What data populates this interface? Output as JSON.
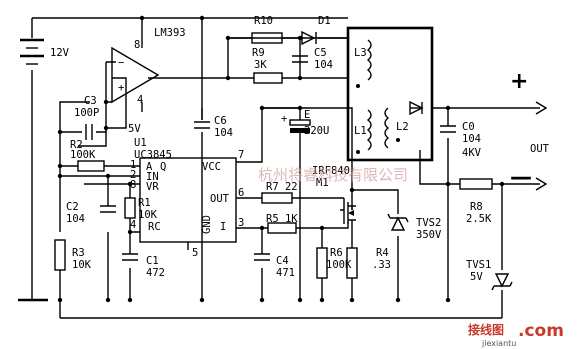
{
  "labels": {
    "v12": "12V",
    "lm393": "LM393",
    "pin8": "8",
    "pin4": "4",
    "r10": "R10",
    "d1": "D1",
    "r9": "R9",
    "r9v": "3K",
    "c5": "C5",
    "c5v": "104",
    "l3": "L3",
    "l1": "L1",
    "l2": "L2",
    "plus": "+",
    "minus": "—",
    "out": "OUT",
    "c3": "C3",
    "c3v": "100P",
    "v5": "5V",
    "c6": "C6",
    "c6v": "104",
    "e": "E",
    "ev": "220U",
    "c0": "C0",
    "c0v": "104",
    "c0v2": "4KV",
    "u1": "U1",
    "uc3845": "UC3845",
    "r2": "R2",
    "r2v": "100K",
    "pin1": "1",
    "pin2": "2",
    "pin7": "7",
    "pin8b": "8",
    "pin4b": "4",
    "pin6": "6",
    "pin3": "3",
    "pin5": "5",
    "a": "A",
    "q": "Q",
    "vcc": "VCC",
    "in": "IN",
    "vr": "VR",
    "rc": "RC",
    "gnd": "GND",
    "outp": "OUT",
    "ipin": "I",
    "c2": "C2",
    "c2v": "104",
    "r1": "R1",
    "r1v": "10K",
    "r7": "R7 22",
    "m1": "M1",
    "irf": "IRF840",
    "r5": "R5 1K",
    "r8": "R8",
    "r8v": "2.5K",
    "tvs2": "TVS2",
    "tvs2v": "350V",
    "r3": "R3",
    "r3v": "10K",
    "c1": "C1",
    "c1v": "472",
    "c4": "C4",
    "c4v": "471",
    "r6": "R6",
    "r6v": "100K",
    "r4": "R4",
    "r4v": ".33",
    "tvs1": "TVS1",
    "tvs1v": "5V"
  },
  "watermark": {
    "text": "杭州将睿科技有限公司",
    "logo_cn": "接线图",
    "logo_com": ".com",
    "logo_pinyin": "jiexiantu"
  },
  "colors": {
    "line": "#000000",
    "watermark": "#d3a0a0",
    "logo": "#c83a2a"
  }
}
